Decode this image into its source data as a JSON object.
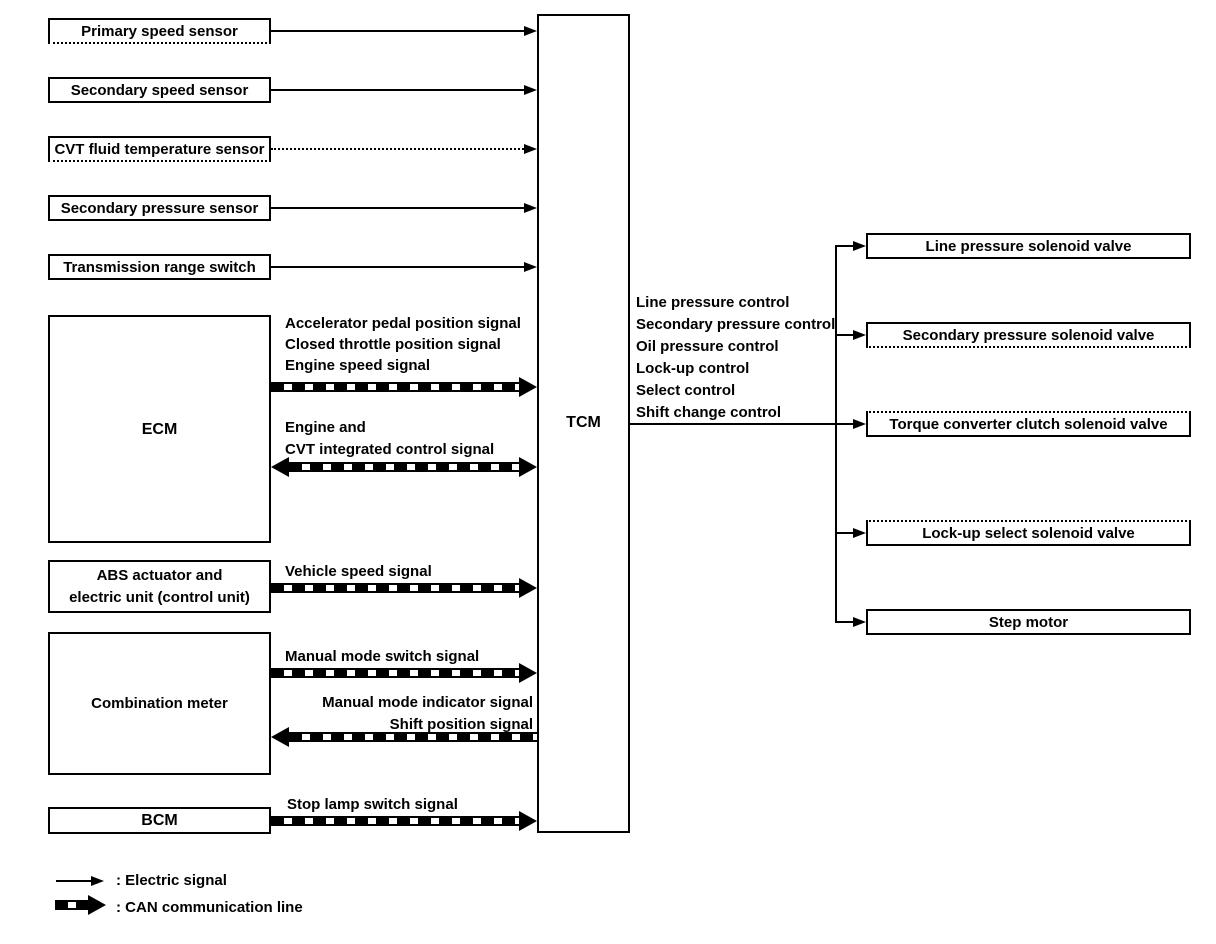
{
  "colors": {
    "ink": "#000000",
    "background": "#ffffff"
  },
  "inputs": [
    "Primary speed sensor",
    "Secondary speed sensor",
    "CVT fluid temperature sensor",
    "Secondary pressure sensor",
    "Transmission range switch"
  ],
  "ecm": {
    "label": "ECM",
    "can_out_signals": [
      "Accelerator pedal position signal",
      "Closed throttle position signal",
      "Engine speed signal"
    ],
    "can_bidir_signal": [
      "Engine and",
      "CVT integrated control signal"
    ]
  },
  "abs_unit": {
    "label": [
      "ABS actuator and",
      "electric unit (control unit)"
    ],
    "signal": "Vehicle speed signal"
  },
  "combination_meter": {
    "label": "Combination meter",
    "out_signal": "Manual mode switch signal",
    "in_signals": [
      "Manual mode indicator signal",
      "Shift position signal"
    ]
  },
  "bcm": {
    "label": "BCM",
    "signal": "Stop lamp switch signal"
  },
  "tcm": {
    "label": "TCM",
    "controls": [
      "Line pressure control",
      "Secondary pressure control",
      "Oil pressure control",
      "Lock-up control",
      "Select control",
      "Shift change control"
    ]
  },
  "outputs": [
    "Line pressure solenoid valve",
    "Secondary pressure solenoid valve",
    "Torque converter clutch solenoid valve",
    "Lock-up select solenoid valve",
    "Step motor"
  ],
  "legend": [
    {
      "symbol": "electric-arrow",
      "label": ": Electric signal"
    },
    {
      "symbol": "can-arrow",
      "label": ": CAN communication line"
    }
  ]
}
